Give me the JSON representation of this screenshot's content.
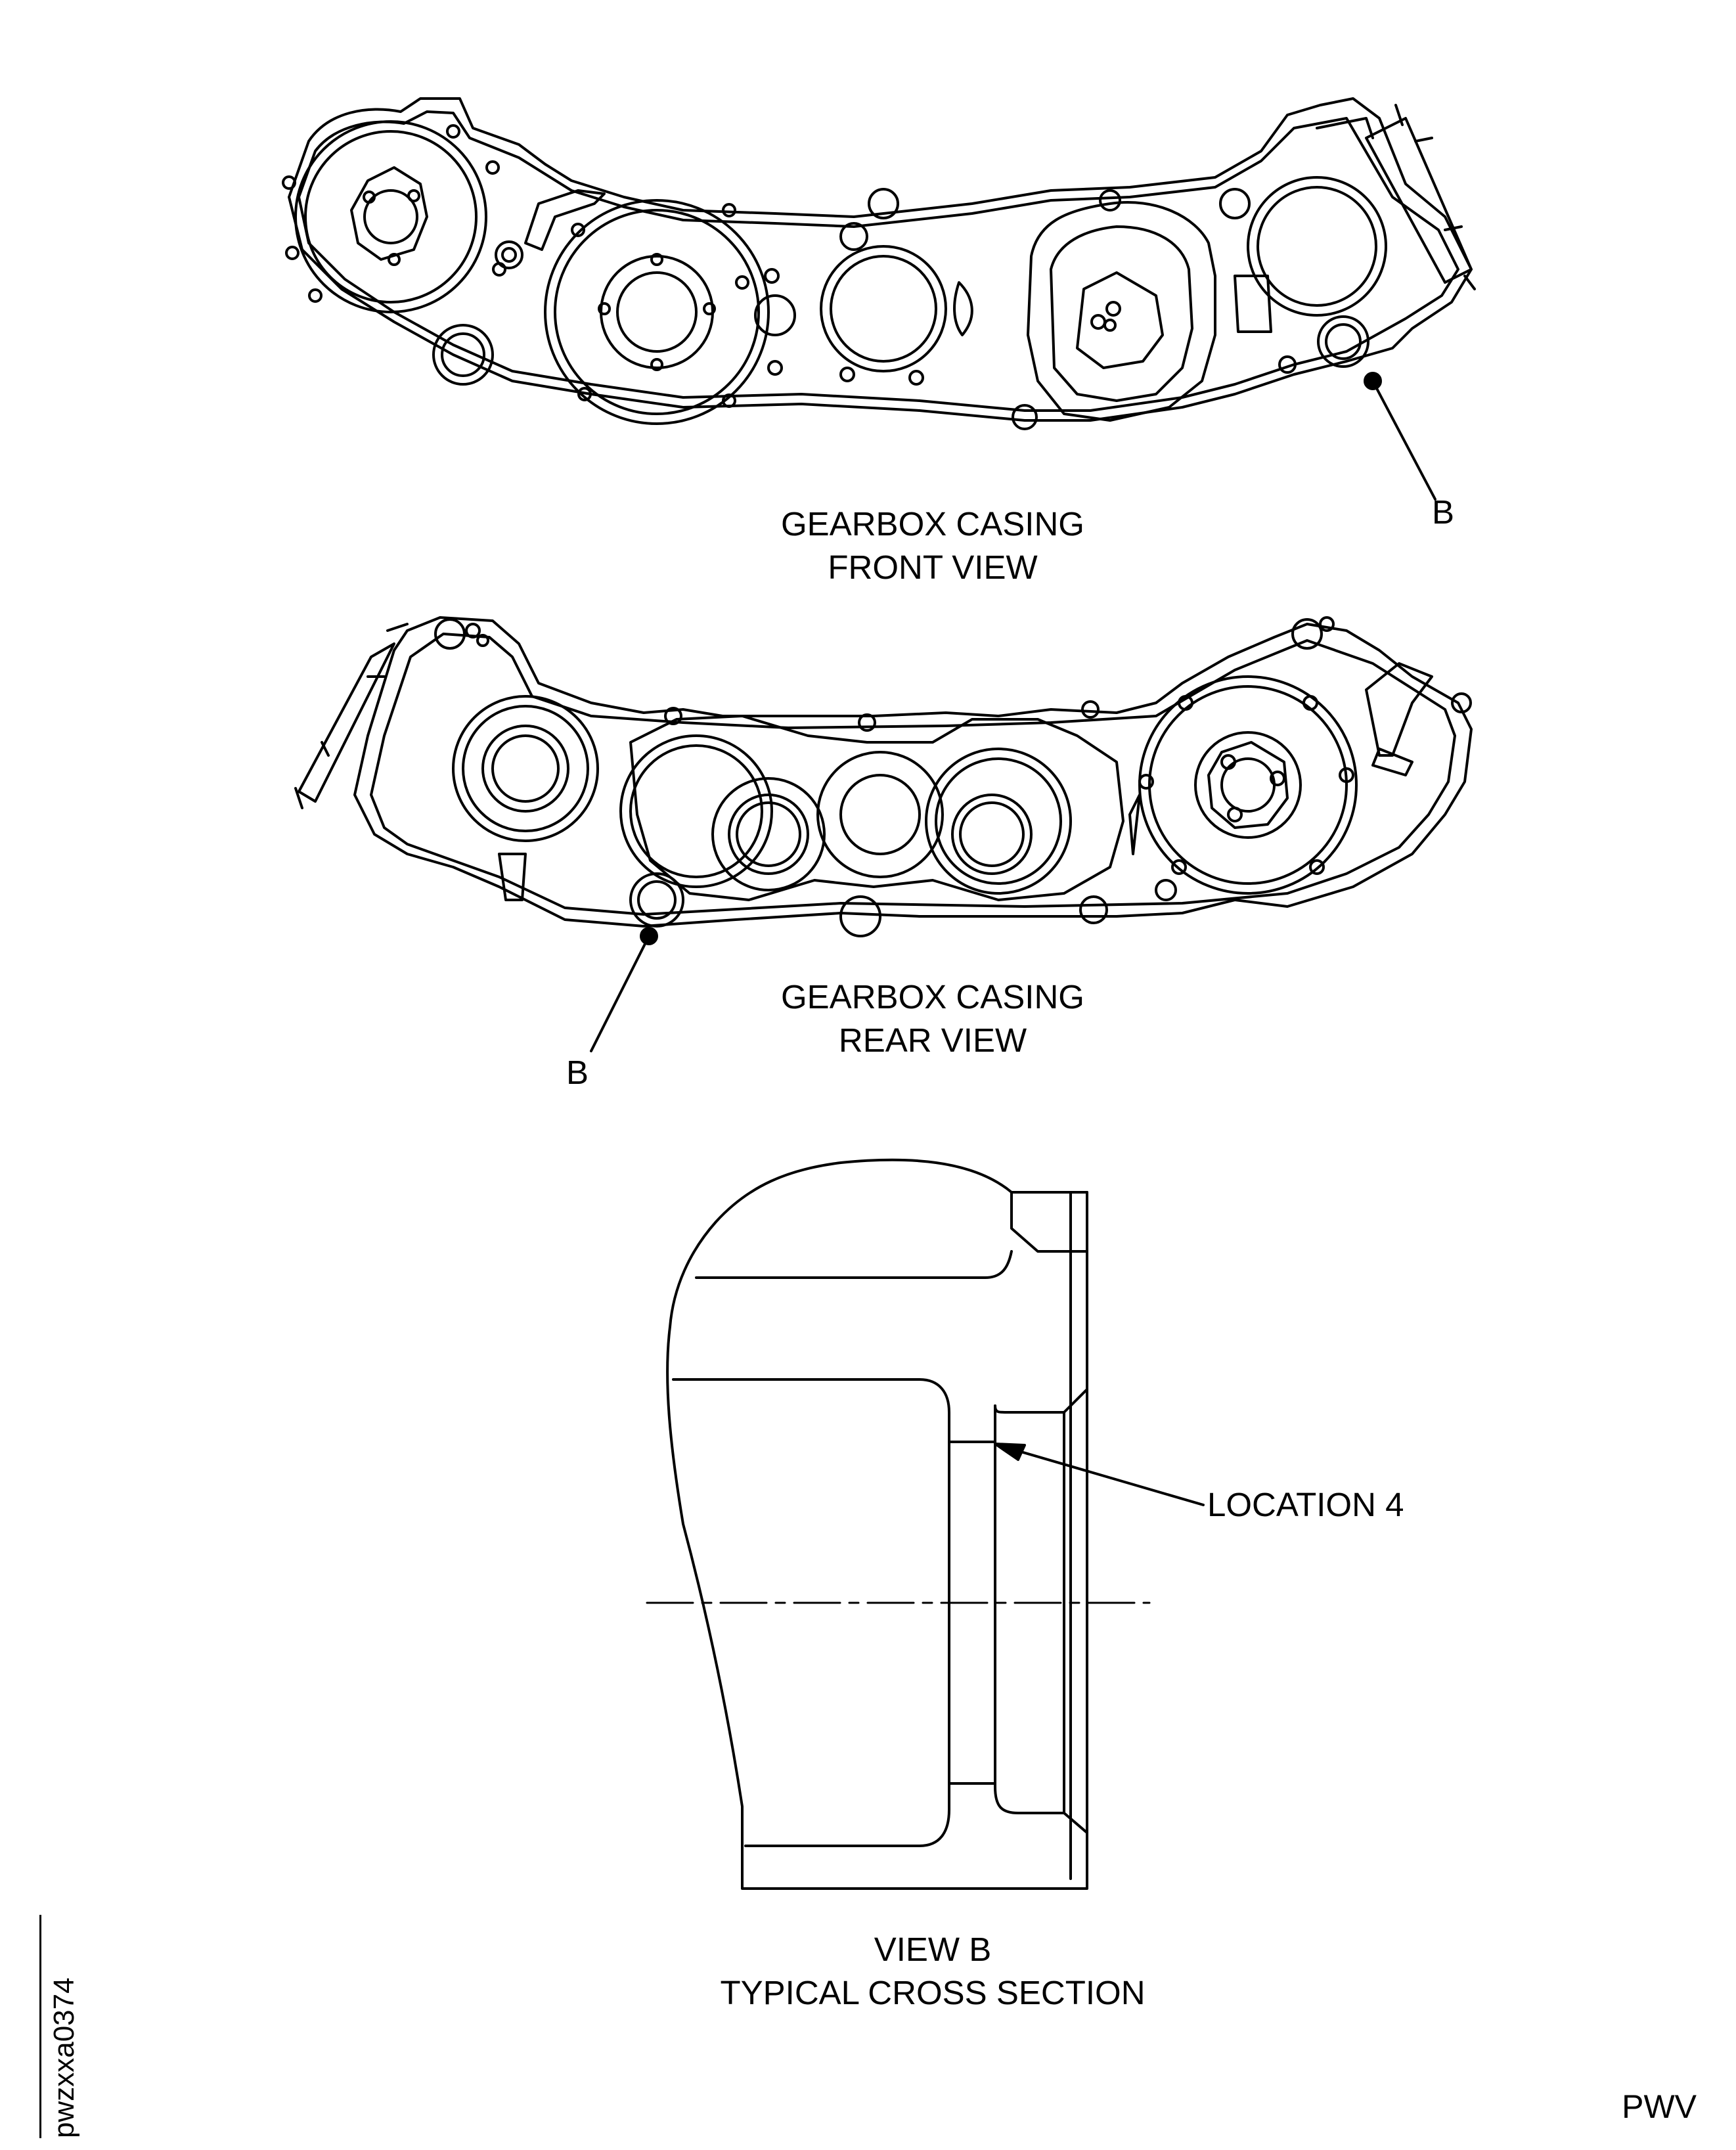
{
  "front_view": {
    "line1": "GEARBOX CASING",
    "line2": "FRONT VIEW",
    "callout": "B"
  },
  "rear_view": {
    "line1": "GEARBOX CASING",
    "line2": "REAR VIEW",
    "callout": "B"
  },
  "section_view": {
    "line1": "VIEW B",
    "line2": "TYPICAL CROSS SECTION",
    "callout": "LOCATION 4"
  },
  "figure_id": "pwzxxa0374",
  "document_code": "PWV"
}
